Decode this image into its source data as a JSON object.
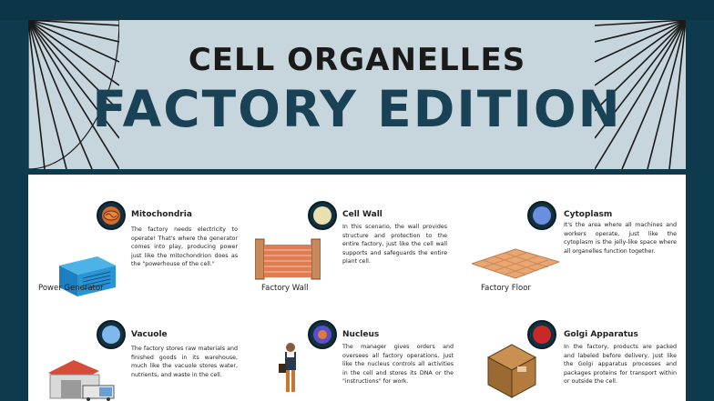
{
  "header": {
    "title_line1": "CELL ORGANELLES",
    "title_line2": "FACTORY EDITION"
  },
  "cards": [
    {
      "title": "Mitochondria",
      "text": "The factory needs electricity to operate! That's where the generator comes into play, producing power just like the mitochondrion does as the \"powerhouse of the cell.\"",
      "caption": "Power Generator",
      "icon": "mitochondria-icon"
    },
    {
      "title": "Cell Wall",
      "text": "In this scenario, the wall provides structure and protection to the entire factory, just like the cell wall supports and safeguards the entire plant cell.",
      "caption": "Factory Wall",
      "icon": "cell-wall-icon"
    },
    {
      "title": "Cytoplasm",
      "text": "It's the area where all machines and workers operate, just like the cytoplasm is the jelly-like space where all organelles function together.",
      "caption": "Factory Floor",
      "icon": "cytoplasm-icon"
    },
    {
      "title": "Vacuole",
      "text": "The factory stores raw materials and finished goods in its warehouse, much like the vacuole stores water, nutrients, and waste in the cell.",
      "caption": "",
      "icon": "vacuole-icon"
    },
    {
      "title": "Nucleus",
      "text": "The manager gives orders and oversees all factory operations, just like the nucleus controls all activities in the cell and stores its DNA or the \"instructions\" for work.",
      "caption": "",
      "icon": "nucleus-icon"
    },
    {
      "title": "Golgi Apparatus",
      "text": "In the factory, products are packed and labeled before delivery, just like the Golgi apparatus processes and packages proteins for transport within or outside the cell.",
      "caption": "",
      "icon": "golgi-icon"
    }
  ],
  "colors": {
    "background": "#0e3a4d",
    "header_bg": "#c7d6dc",
    "title_accent": "#1a4256"
  }
}
